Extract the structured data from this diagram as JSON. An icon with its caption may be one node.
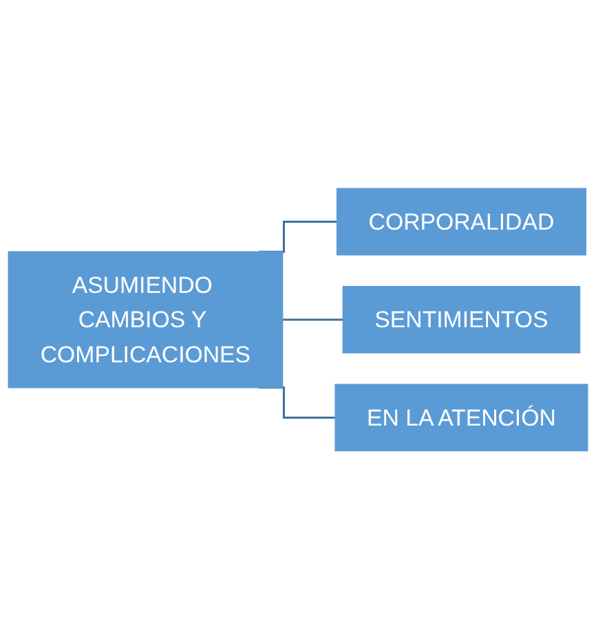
{
  "diagram": {
    "nodes": [
      {
        "text": [
          "ASUMIENDO CAMBIOS Y COMPLICACIONES"
        ]
      },
      {
        "text": [
          "CORPORALIDAD"
        ]
      },
      {
        "text": [
          "SENTIMIENTOS"
        ]
      },
      {
        "text": [
          "EN LA ATENCIÓN"
        ]
      }
    ],
    "edges": [
      {
        "from": 0,
        "to": 1,
        "arrow": "none"
      },
      {
        "from": 0,
        "to": 2,
        "arrow": "none"
      },
      {
        "from": 0,
        "to": 3,
        "arrow": "none"
      }
    ]
  }
}
